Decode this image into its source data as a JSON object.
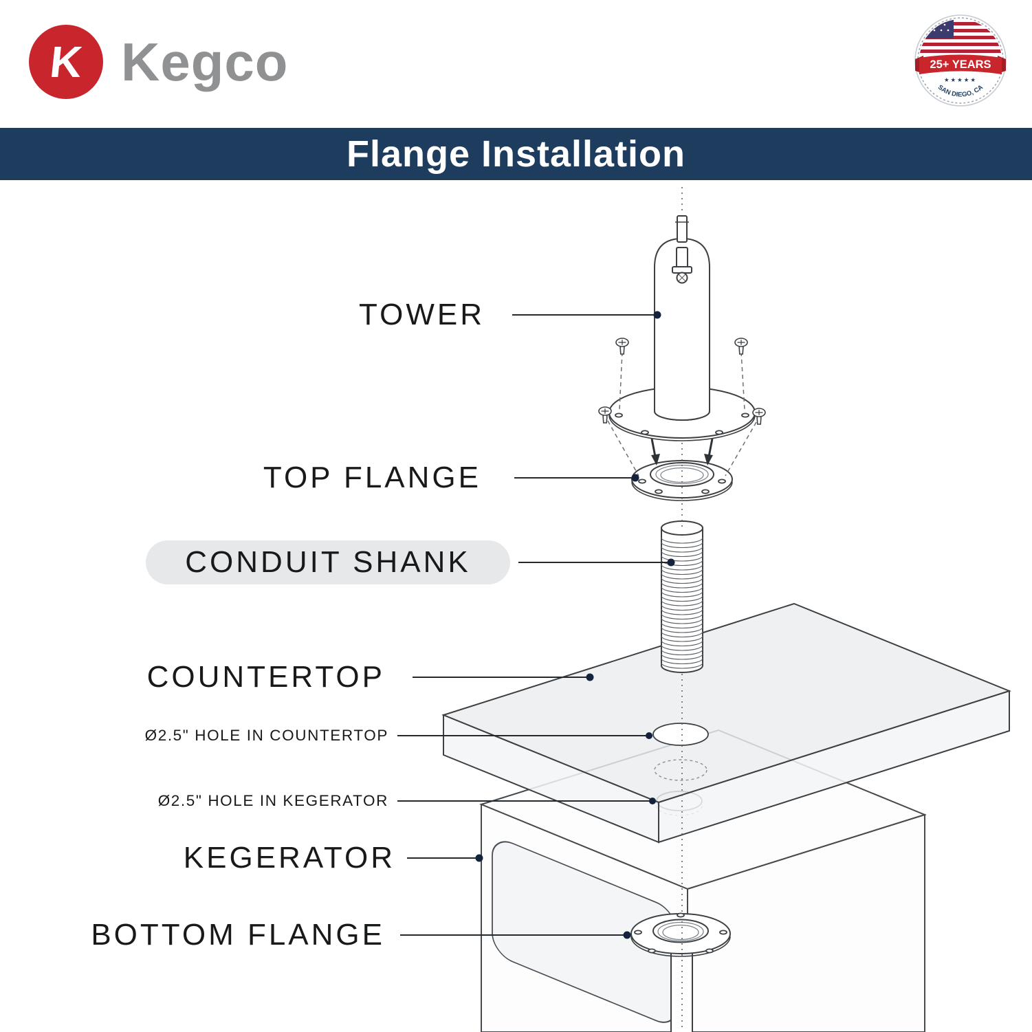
{
  "brand": {
    "name": "Kegco",
    "logo_letter": "K"
  },
  "badge": {
    "years": "25+ YEARS",
    "stars": "★★★★★",
    "location": "SAN DIEGO, CA"
  },
  "header": {
    "title": "Flange Installation"
  },
  "diagram": {
    "labels": [
      {
        "id": "tower",
        "text": "TOWER"
      },
      {
        "id": "top-flange",
        "text": "TOP FLANGE"
      },
      {
        "id": "conduit-shank",
        "text": "CONDUIT SHANK",
        "highlighted": true
      },
      {
        "id": "countertop",
        "text": "COUNTERTOP"
      },
      {
        "id": "hole-countertop",
        "text": "Ø2.5\" HOLE IN COUNTERTOP"
      },
      {
        "id": "hole-kegerator",
        "text": "Ø2.5\" HOLE IN KEGERATOR"
      },
      {
        "id": "kegerator",
        "text": "KEGERATOR"
      },
      {
        "id": "bottom-flange",
        "text": "BOTTOM FLANGE"
      }
    ]
  },
  "colors": {
    "banner_navy": "#1d3c5e",
    "accent_red": "#c9252c",
    "logo_gray": "#8f9193",
    "highlight_pill": "#e6e8ea"
  }
}
